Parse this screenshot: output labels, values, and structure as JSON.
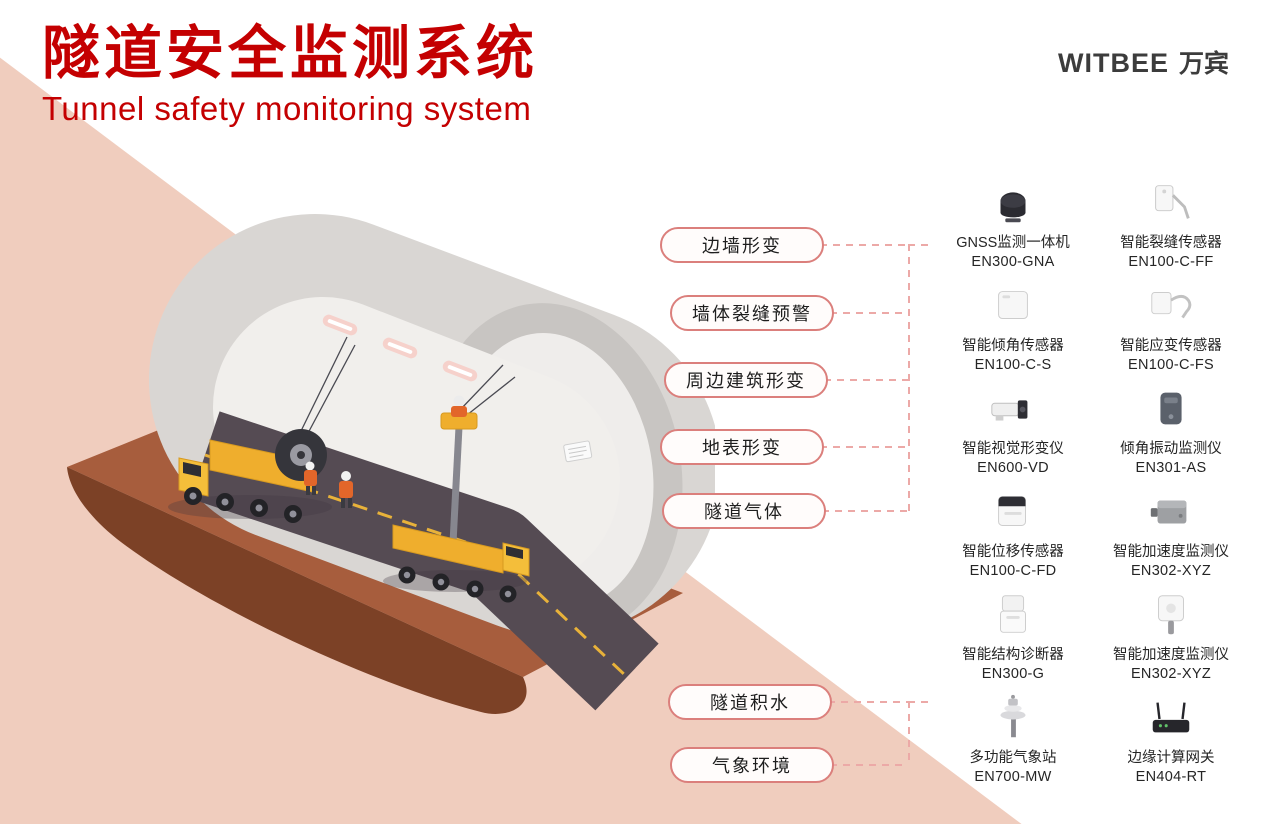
{
  "header": {
    "title": "隧道安全监测系统",
    "subtitle": "Tunnel safety monitoring system"
  },
  "brand": {
    "logo_en": "WITBEE",
    "logo_cn": "万宾"
  },
  "monitoring_labels": [
    {
      "text": "边墙形变"
    },
    {
      "text": "墙体裂缝预警"
    },
    {
      "text": "周边建筑形变"
    },
    {
      "text": "地表形变"
    },
    {
      "text": "隧道气体"
    },
    {
      "text": "隧道积水"
    },
    {
      "text": "气象环境"
    }
  ],
  "products": [
    {
      "name": "GNSS监测一体机",
      "model": "EN300-GNA",
      "icon": "gnss-receiver-icon"
    },
    {
      "name": "智能裂缝传感器",
      "model": "EN100-C-FF",
      "icon": "crack-sensor-icon"
    },
    {
      "name": "智能倾角传感器",
      "model": "EN100-C-S",
      "icon": "tilt-sensor-icon"
    },
    {
      "name": "智能应变传感器",
      "model": "EN100-C-FS",
      "icon": "strain-sensor-icon"
    },
    {
      "name": "智能视觉形变仪",
      "model": "EN600-VD",
      "icon": "vision-camera-icon"
    },
    {
      "name": "倾角振动监测仪",
      "model": "EN301-AS",
      "icon": "tilt-vibration-icon"
    },
    {
      "name": "智能位移传感器",
      "model": "EN100-C-FD",
      "icon": "displacement-sensor-icon"
    },
    {
      "name": "智能加速度监测仪",
      "model": "EN302-XYZ",
      "icon": "accelerometer-icon"
    },
    {
      "name": "智能结构诊断器",
      "model": "EN300-G",
      "icon": "structure-diagnoser-icon"
    },
    {
      "name": "智能加速度监测仪",
      "model": "EN302-XYZ",
      "icon": "accelerometer-pole-icon"
    },
    {
      "name": "多功能气象站",
      "model": "EN700-MW",
      "icon": "weather-station-icon"
    },
    {
      "name": "边缘计算网关",
      "model": "EN404-RT",
      "icon": "edge-gateway-icon"
    }
  ],
  "colors": {
    "accent_red": "#C40001",
    "background_pink": "#F0CDBE",
    "pill_border": "#DB7F7C",
    "connector_pink": "#ECA9A7",
    "vehicle_yellow": "#EFAE2D",
    "text_dark": "#252525"
  }
}
